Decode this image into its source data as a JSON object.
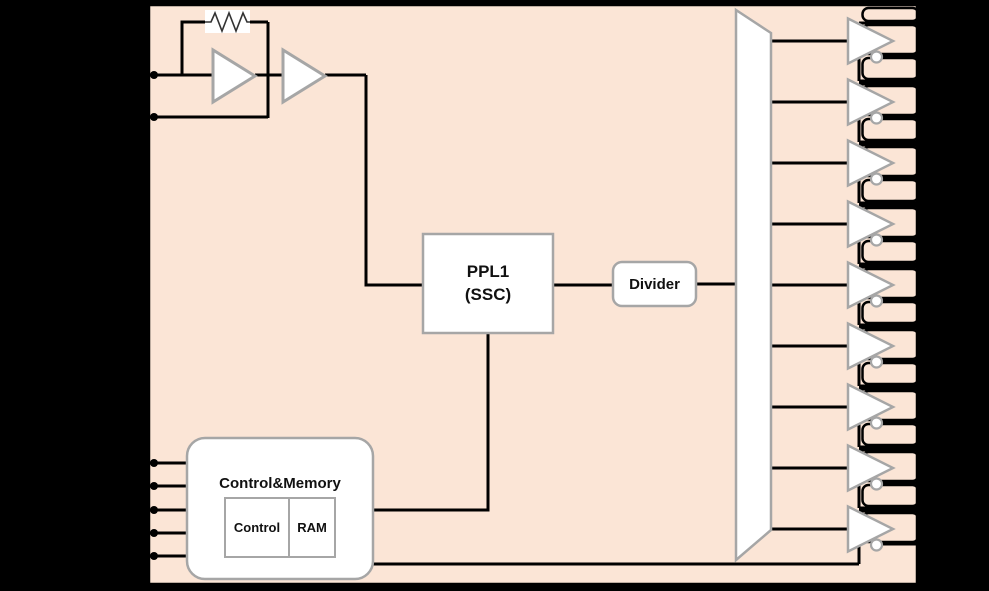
{
  "diagram": {
    "pll_block": {
      "line1": "PPL1",
      "line2": "(SSC)"
    },
    "divider_block": {
      "label": "Divider"
    },
    "control_memory_block": {
      "title": "Control&Memory",
      "control_label": "Control",
      "ram_label": "RAM"
    }
  },
  "colors": {
    "background": "#000000",
    "chip_fill": "#FBE5D6",
    "wire": "#000000",
    "block_fill": "#FFFFFF",
    "block_stroke": "#A6A6A6",
    "resistor_zigzag": "#333333"
  },
  "counts": {
    "output_buffers": 9,
    "crystal_buffers": 2,
    "left_crystal_pins": 2,
    "left_control_pins": 5
  },
  "icons": {
    "resistor": "resistor-zigzag-icon",
    "crystal_buffer": "crystal-buffer-icon",
    "output_buffer": "output-buffer-icon",
    "inversion_bubble": "inversion-bubble-icon",
    "fanout": "fanout-trapezoid-icon"
  }
}
